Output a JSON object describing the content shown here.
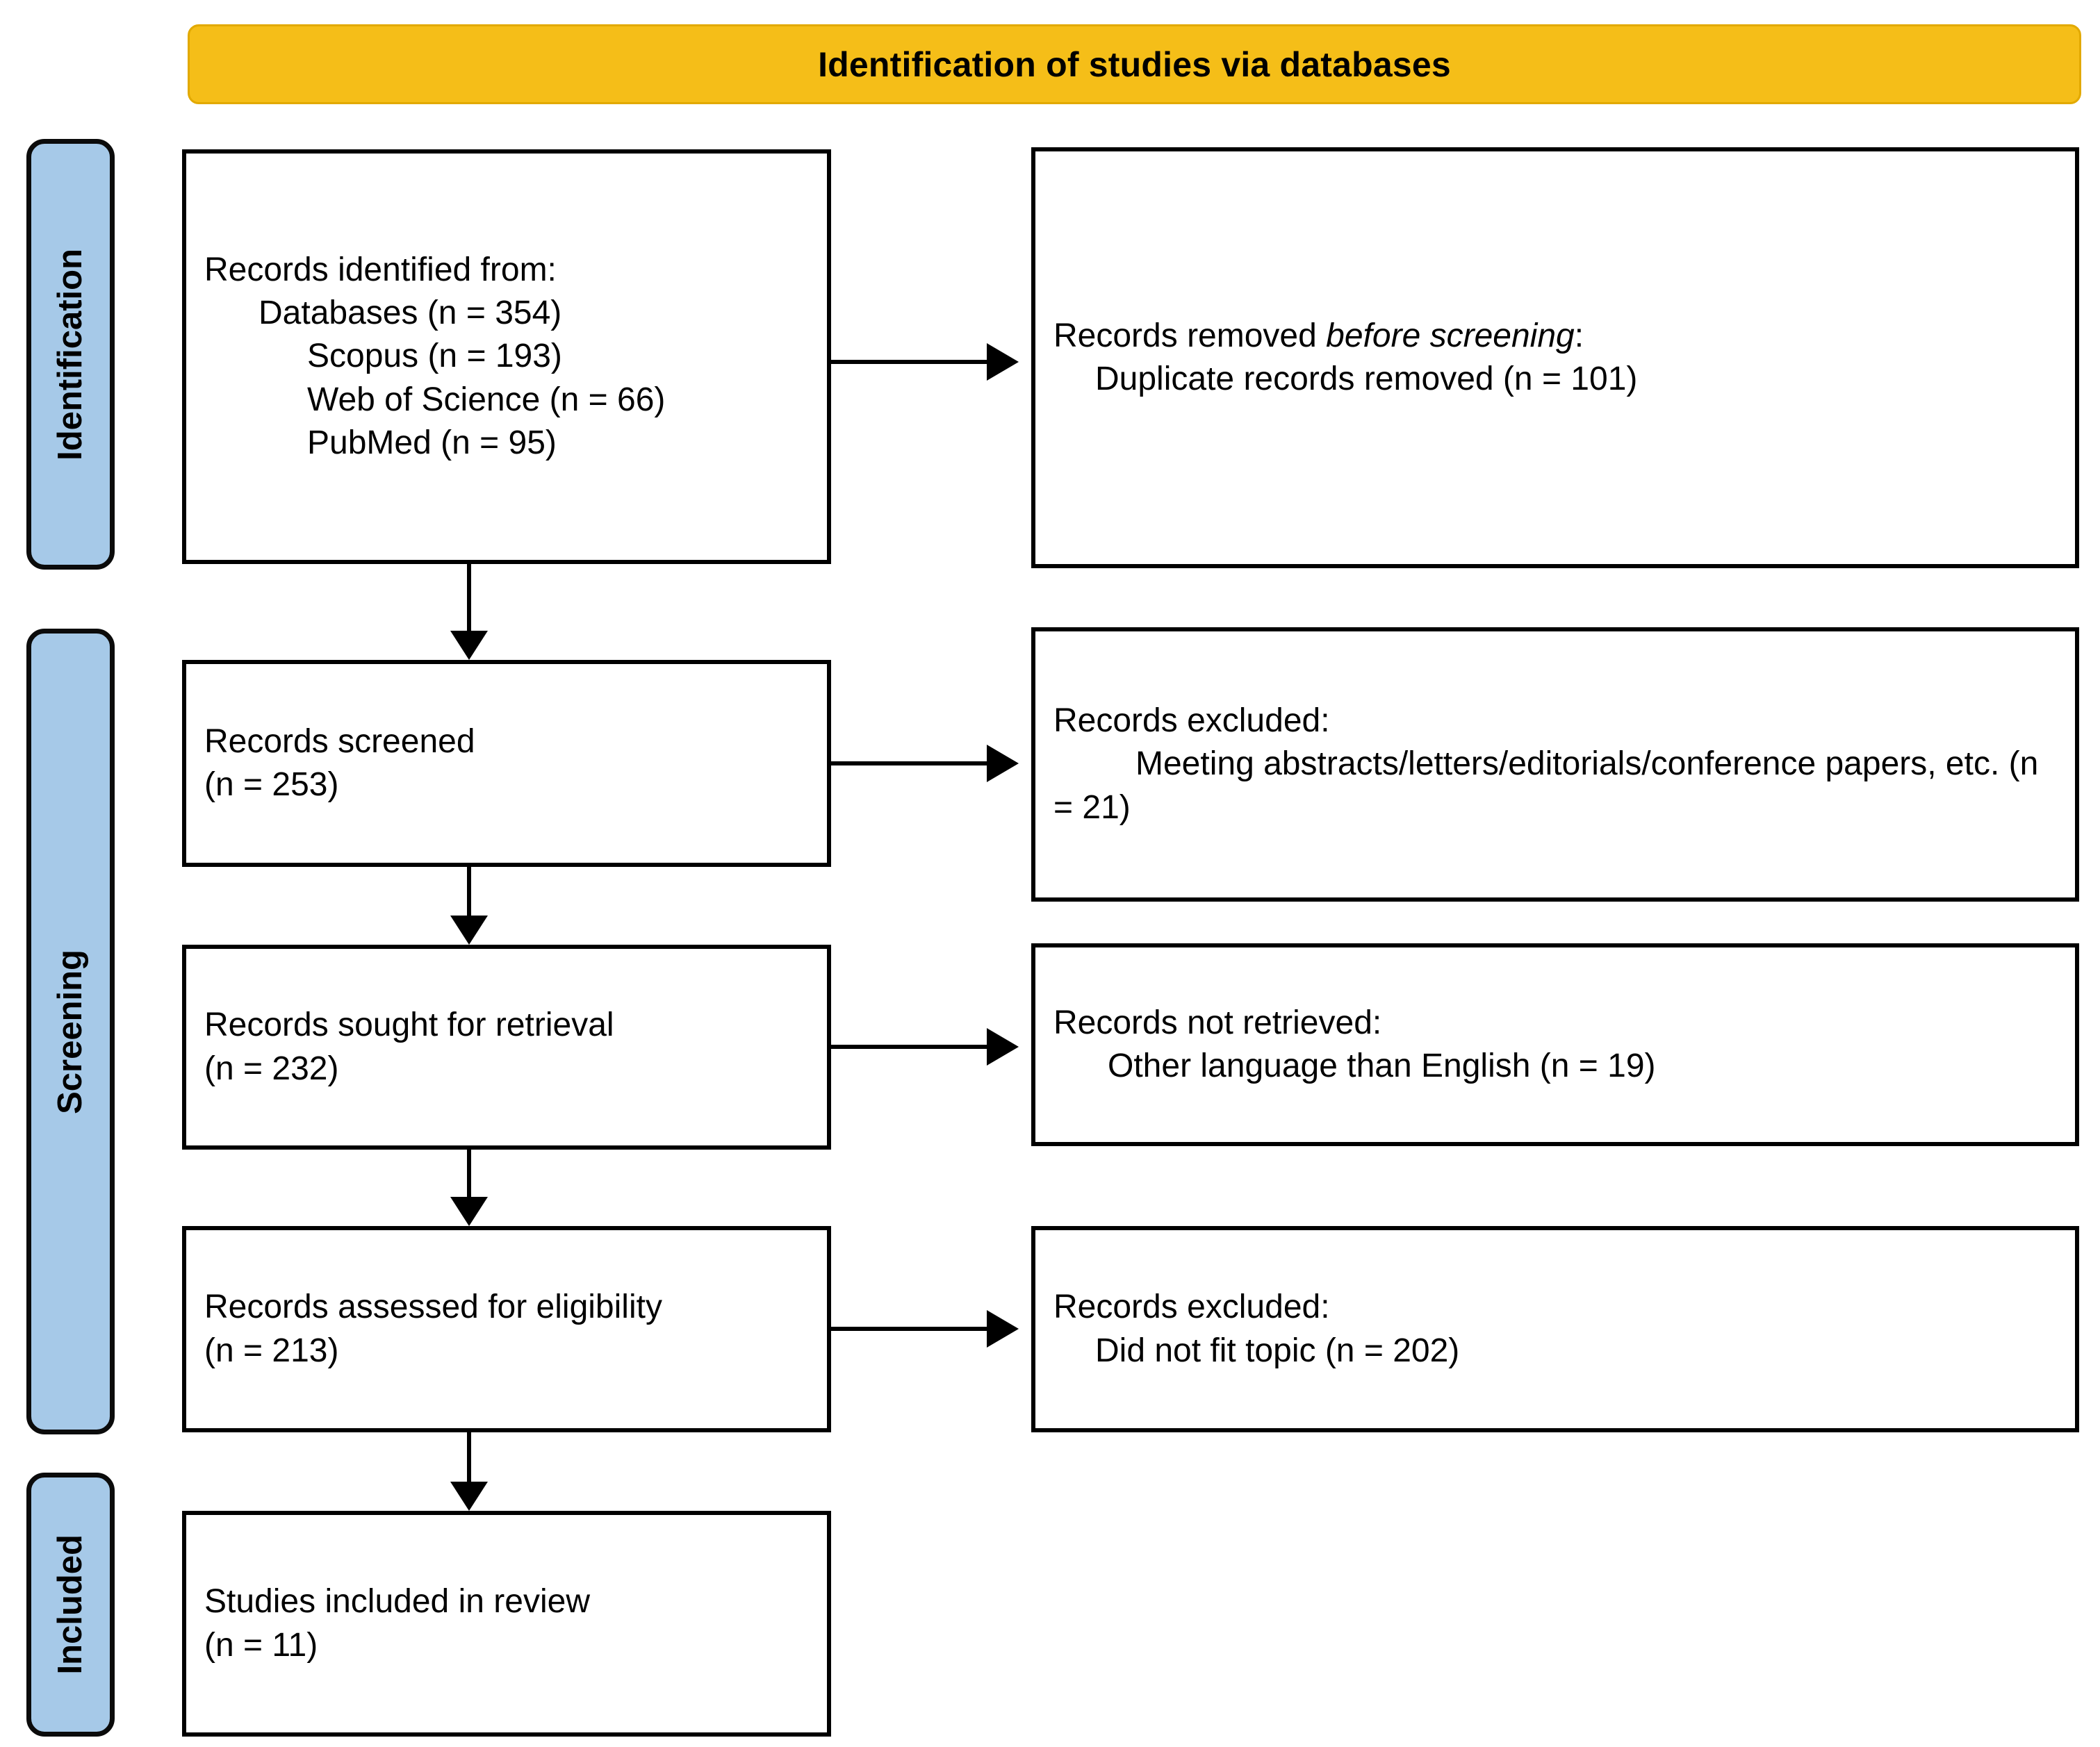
{
  "header": {
    "title": "Identification of studies via databases"
  },
  "colors": {
    "header_fill": "#F5BE18",
    "header_border": "#E2A900",
    "stage_tab_fill": "#A6C9E8",
    "box_border": "#000000",
    "page_background": "#FFFFFF"
  },
  "stages": [
    {
      "id": "identification",
      "label": "Identification"
    },
    {
      "id": "screening",
      "label": "Screening"
    },
    {
      "id": "included",
      "label": "Included"
    }
  ],
  "boxes": {
    "identified": {
      "title": "Records identified from:",
      "line_databases": "Databases (n = 354)",
      "line_scopus": "Scopus (n = 193)",
      "line_wos": "Web of Science (n = 66)",
      "line_pubmed": "PubMed (n = 95)"
    },
    "removed": {
      "title_prefix": "Records removed ",
      "title_italic": "before screening",
      "title_suffix": ":",
      "line_duplicates": "Duplicate records removed (n = 101)"
    },
    "screened": {
      "title": "Records screened",
      "count": "(n = 253)"
    },
    "excluded_screening": {
      "title": "Records excluded:",
      "reason": "Meeting abstracts/letters/editorials/conference papers, etc. (n = 21)"
    },
    "sought": {
      "title": "Records sought for retrieval",
      "count": "(n = 232)"
    },
    "not_retrieved": {
      "title": "Records not retrieved:",
      "reason": "Other language than English (n = 19)"
    },
    "assessed": {
      "title": "Records assessed for eligibility",
      "count": "(n = 213)"
    },
    "excluded_eligibility": {
      "title": "Records excluded:",
      "reason": "Did not fit topic (n = 202)"
    },
    "included": {
      "title": "Studies included in review",
      "count": "(n = 11)"
    }
  },
  "chart_data": {
    "type": "diagram",
    "title": "Identification of studies via databases",
    "flow": [
      {
        "stage": "Identification",
        "node": "Records identified from databases",
        "n": 354,
        "breakdown": [
          {
            "source": "Scopus",
            "n": 193
          },
          {
            "source": "Web of Science",
            "n": 66
          },
          {
            "source": "PubMed",
            "n": 95
          }
        ]
      },
      {
        "stage": "Identification",
        "node": "Records removed before screening: Duplicate records removed",
        "n": 101,
        "exclusion": true
      },
      {
        "stage": "Screening",
        "node": "Records screened",
        "n": 253
      },
      {
        "stage": "Screening",
        "node": "Records excluded: Meeting abstracts/letters/editorials/conference papers, etc.",
        "n": 21,
        "exclusion": true
      },
      {
        "stage": "Screening",
        "node": "Records sought for retrieval",
        "n": 232
      },
      {
        "stage": "Screening",
        "node": "Records not retrieved: Other language than English",
        "n": 19,
        "exclusion": true
      },
      {
        "stage": "Screening",
        "node": "Records assessed for eligibility",
        "n": 213
      },
      {
        "stage": "Screening",
        "node": "Records excluded: Did not fit topic",
        "n": 202,
        "exclusion": true
      },
      {
        "stage": "Included",
        "node": "Studies included in review",
        "n": 11
      }
    ]
  }
}
